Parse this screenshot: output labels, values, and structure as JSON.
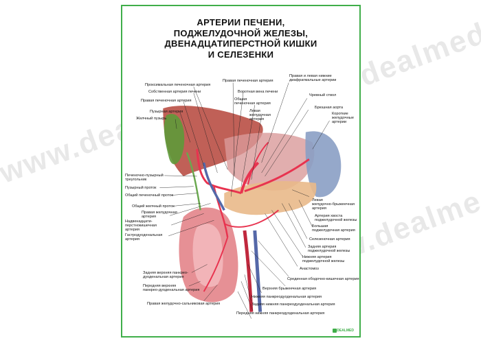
{
  "watermark": {
    "text_1": "www.dealmed.ru",
    "text_2": "www.dealmed.ru",
    "text_3": "www.dealmed.ru"
  },
  "poster": {
    "title_lines": [
      "АРТЕРИИ ПЕЧЕНИ,",
      "ПОДЖЕЛУДОЧНОЙ ЖЕЛЕЗЫ,",
      "ДВЕНАДЦАТИПЕРСТНОЙ КИШКИ",
      "И СЕЛЕЗЕНКИ"
    ],
    "labels_left": [
      "Проксимальная печеночная артерия",
      "Собственная артерия печени",
      "Правая печеночная артерия",
      "Пузырная артерия",
      "Желчный пузырь",
      "Печеночно-пузырный",
      "треугольник",
      "Пузырный проток",
      "Общий печеночный проток",
      "Общий желчный проток",
      "Правая желудочная",
      "артерия",
      "Надвенадцати-",
      "перстнокишечная",
      "артерия",
      "Гастродуоденальная",
      "артерия",
      "Задняя верхняя панкрео-",
      "дуоденальная артерия",
      "Передняя верхняя",
      "панкрео-дуоденальная артерия",
      "Правая желудочно-сальниковая артерия"
    ],
    "labels_top": [
      "Правая печеночная артерия",
      "Воротная вена печени",
      "Общая",
      "печеночная артерия",
      "Левая",
      "желудочная",
      "артерия",
      "Правая и левая нижние",
      "диафрагмальные артерии"
    ],
    "labels_right": [
      "Чревный ствол",
      "Брюшная аорта",
      "Короткие",
      "желудочные",
      "артерии",
      "Левая",
      "желудочно-брыжеечная",
      "артерия",
      "Артерия хвоста",
      "поджелудочной железы",
      "Большая",
      "поджелудочная артерия",
      "Селезеночная артерия",
      "Задняя артерия",
      "поджелудочной железы",
      "Нижняя артерия",
      "поджелудочной железы",
      "Анастомоз",
      "Срединная ободочно-кишечная артерия",
      "Верхняя брыжеечная артерия",
      "Нижняя панкреодуоденальная артерия",
      "Задняя нижняя панкреодуоденальная артерия",
      "Передняя нижняя панкреодуоденальная артерия"
    ],
    "logo_text": "DEALMED",
    "colors": {
      "border": "#3fae49",
      "artery": "#e8334f",
      "liver": "#b5443a",
      "gallbladder": "#5e9a3a",
      "duodenum": "#e58a8f",
      "pancreas": "#e9b98a",
      "spleen": "#8a9fc4"
    }
  }
}
